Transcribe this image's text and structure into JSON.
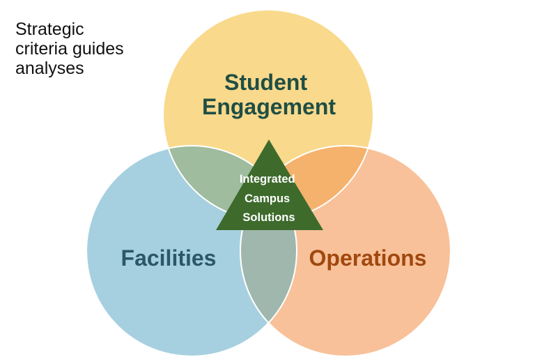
{
  "caption": {
    "lines": [
      "Strategic",
      "criteria guides",
      "analyses"
    ]
  },
  "circles": {
    "student_engagement": {
      "lines": [
        "Student",
        "Engagement"
      ],
      "fill": "#f9d98c",
      "text_color": "#1f4e44"
    },
    "facilities": {
      "lines": [
        "Facilities"
      ],
      "fill": "#a6d0e0",
      "text_color": "#2b5868"
    },
    "operations": {
      "lines": [
        "Operations"
      ],
      "fill": "#f8c199",
      "text_color": "#a0480f"
    }
  },
  "center": {
    "lines": [
      "Integrated",
      "Campus",
      "Solutions"
    ],
    "fill": "#3e6b2c",
    "text_color": "#ffffff"
  },
  "overlaps": {
    "engagement_facilities": "#9fbc9e",
    "engagement_operations": "#f5b26c",
    "facilities_operations": "#9fb7ad"
  }
}
